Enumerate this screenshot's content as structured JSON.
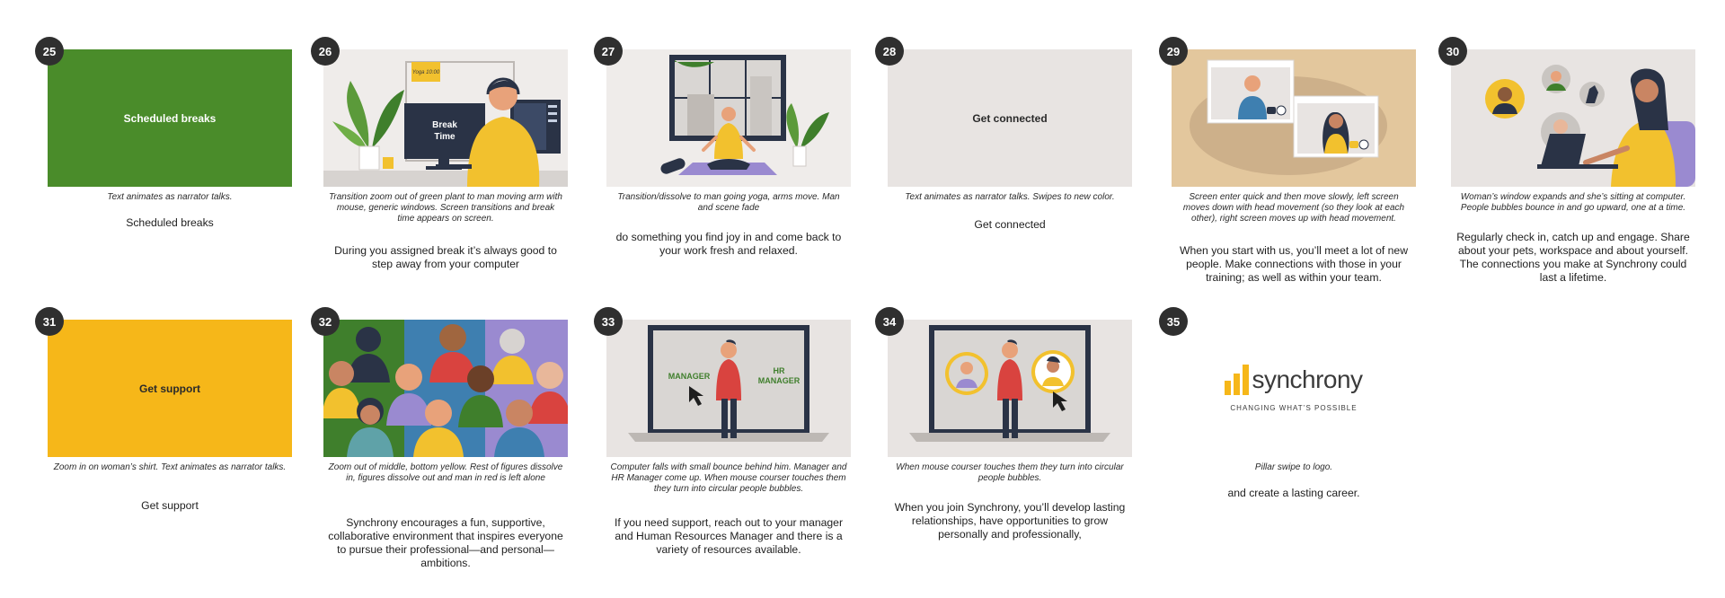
{
  "frames": [
    {
      "num": "25",
      "title": "Scheduled breaks",
      "note": "Text animates as narrator talks.",
      "script": "Scheduled breaks"
    },
    {
      "num": "26",
      "screen": "Break Time",
      "sticky": "Yoga 10:00",
      "note": "Transition zoom out of green plant to man moving arm with mouse, generic windows. Screen transitions and break time appears on screen.",
      "script": "During you assigned break it’s always good to step away from your computer"
    },
    {
      "num": "27",
      "note": "Transition/dissolve to man going yoga, arms move. Man and scene fade",
      "script": "do something you find joy in and come back to your work fresh and relaxed."
    },
    {
      "num": "28",
      "title": "Get connected",
      "note": "Text animates as narrator talks. Swipes to new color.",
      "script": "Get connected"
    },
    {
      "num": "29",
      "note": "Screen enter quick and then move slowly, left screen moves down with head movement (so they look at each other), right screen moves up with head movement.",
      "script": "When you start with us, you’ll meet a lot of new people. Make connections with those in your training; as well as within your team."
    },
    {
      "num": "30",
      "note": "Woman’s window expands and she’s sitting at computer. People bubbles bounce in and go upward, one at a time.",
      "script": "Regularly check in, catch up and engage. Share about your pets, workspace and about yourself. The connections you make at Synchrony could last a lifetime."
    },
    {
      "num": "31",
      "title": "Get support",
      "note": "Zoom in on woman’s shirt. Text animates as narrator talks.",
      "script": "Get support"
    },
    {
      "num": "32",
      "note": "Zoom out of middle, bottom yellow. Rest of figures dissolve in, figures dissolve out and man in red is left alone",
      "script": "Synchrony encourages a fun, supportive, collaborative environment that inspires everyone to pursue their professional—and personal—ambitions."
    },
    {
      "num": "33",
      "label_left": "MANAGER",
      "label_right": "HR MANAGER",
      "note": "Computer falls with small bounce behind him. Manager and HR Manager come up. When mouse courser touches them they turn into circular people bubbles.",
      "script": "If you need support, reach out to your manager and Human Resources Manager and there is a variety of resources available."
    },
    {
      "num": "34",
      "note": "When mouse courser touches them they turn into circular people bubbles.",
      "script": "When you join Synchrony, you’ll develop lasting relationships, have opportunities to grow personally and professionally,"
    },
    {
      "num": "35",
      "logo_word": "synchrony",
      "logo_tagline": "CHANGING WHAT’S POSSIBLE",
      "note": "Pillar swipe to logo.",
      "script": "and create a lasting career."
    }
  ],
  "colors": {
    "green": "#4a8c2a",
    "yellow": "#f6b719",
    "badge": "#2f2f2f",
    "panel_bg": "#e8e4e2",
    "tan": "#e3c79d",
    "shirt_yellow": "#f2c12e",
    "red": "#d9433f",
    "dark_screen": "#2a3346"
  }
}
